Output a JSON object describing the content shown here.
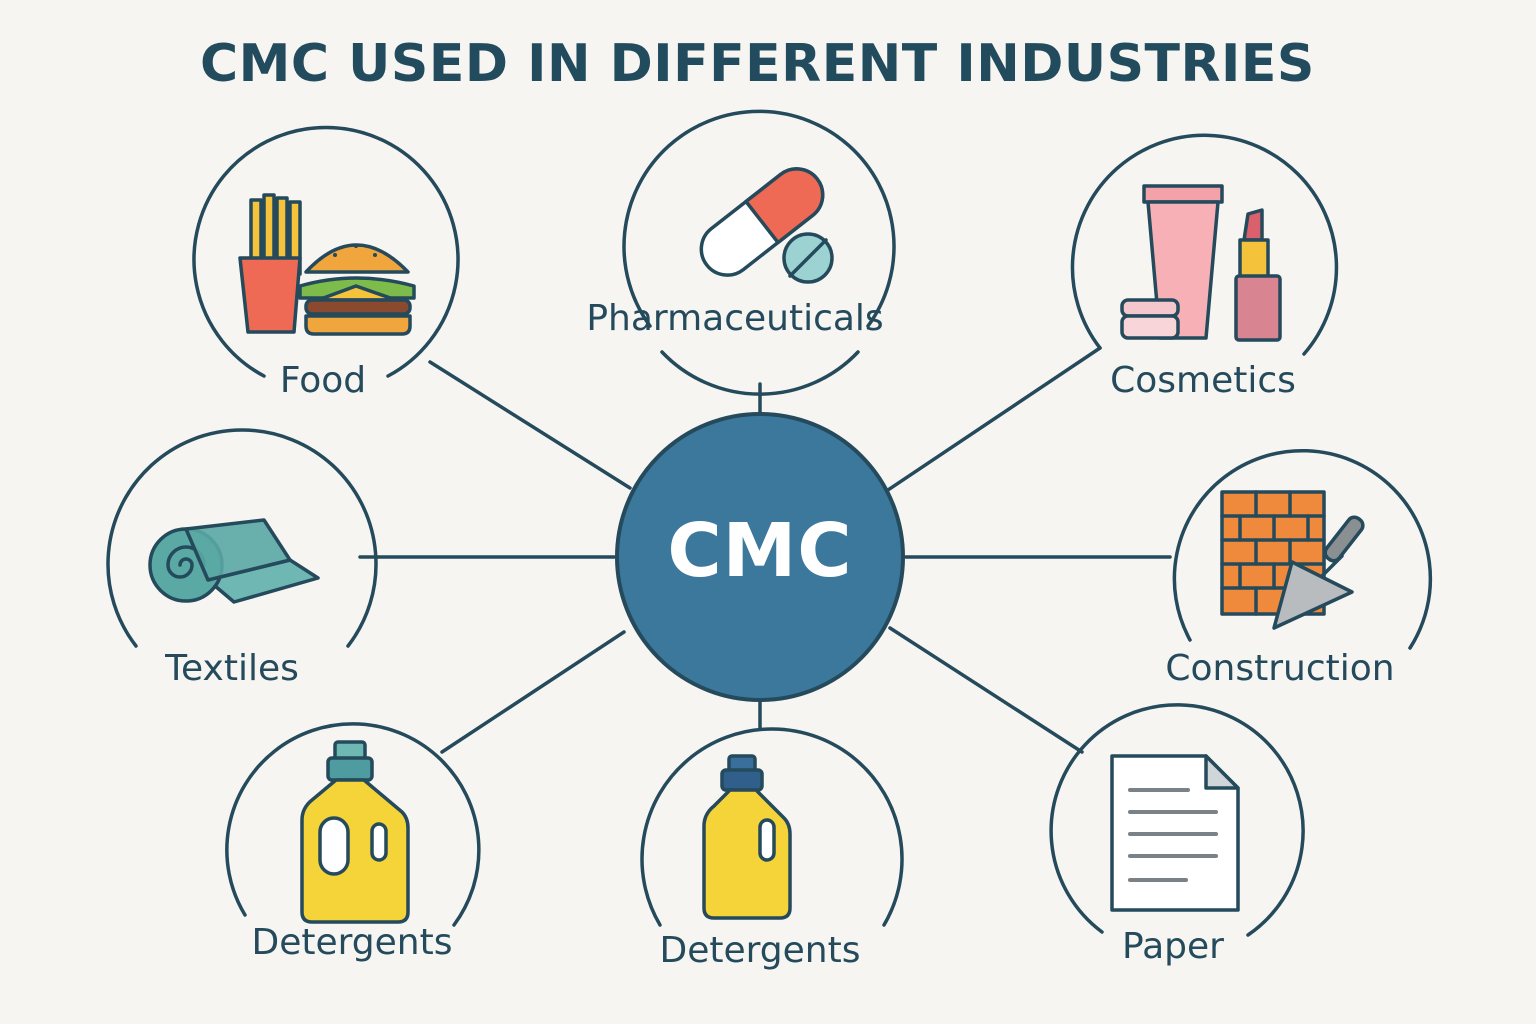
{
  "title": "CMC USED IN DIFFERENT INDUSTRIES",
  "center": {
    "label": "CMC",
    "color": "#3c789c"
  },
  "colors": {
    "line": "#244a5c",
    "background": "#f6f5f1"
  },
  "nodes": [
    {
      "label": "Food",
      "icon": "food-icon"
    },
    {
      "label": "Pharmaceuticals",
      "icon": "pill-icon"
    },
    {
      "label": "Cosmetics",
      "icon": "cosmetics-icon"
    },
    {
      "label": "Textiles",
      "icon": "fabric-roll-icon"
    },
    {
      "label": "Construction",
      "icon": "bricks-trowel-icon"
    },
    {
      "label": "Detergents",
      "icon": "detergent-bottle-icon"
    },
    {
      "label": "Detergents",
      "icon": "detergent-bottle-icon"
    },
    {
      "label": "Paper",
      "icon": "document-icon"
    }
  ]
}
